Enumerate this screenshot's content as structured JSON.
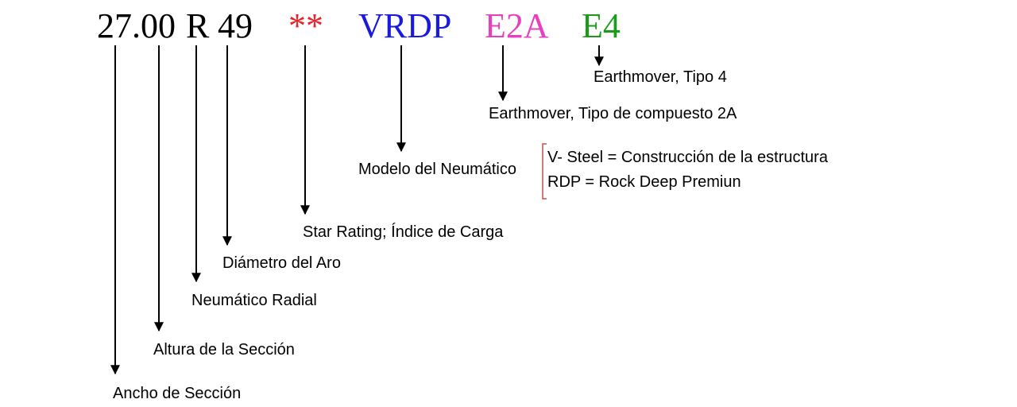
{
  "code": {
    "size": "27.00",
    "radial": "R",
    "rim": "49",
    "stars": "**",
    "model": "VRDP",
    "compound": "E2A",
    "type": "E4"
  },
  "colors": {
    "text": "#000000",
    "stars": "#e8232a",
    "model": "#1a1adc",
    "compound": "#e83fbf",
    "type": "#1c9a1c",
    "brace": "#c0504d"
  },
  "labels": {
    "section_width": "Ancho de Sección",
    "section_height": "Altura de la Sección",
    "radial": "Neumático Radial",
    "rim_diameter": "Diámetro del Aro",
    "star_rating": "Star Rating; Índice de Carga",
    "model": "Modelo del Neumático",
    "model_detail_1": "V- Steel = Construcción de la estructura",
    "model_detail_2": "RDP = Rock Deep Premiun",
    "compound": "Earthmover, Tipo de compuesto 2A",
    "type": "Earthmover, Tipo 4"
  }
}
